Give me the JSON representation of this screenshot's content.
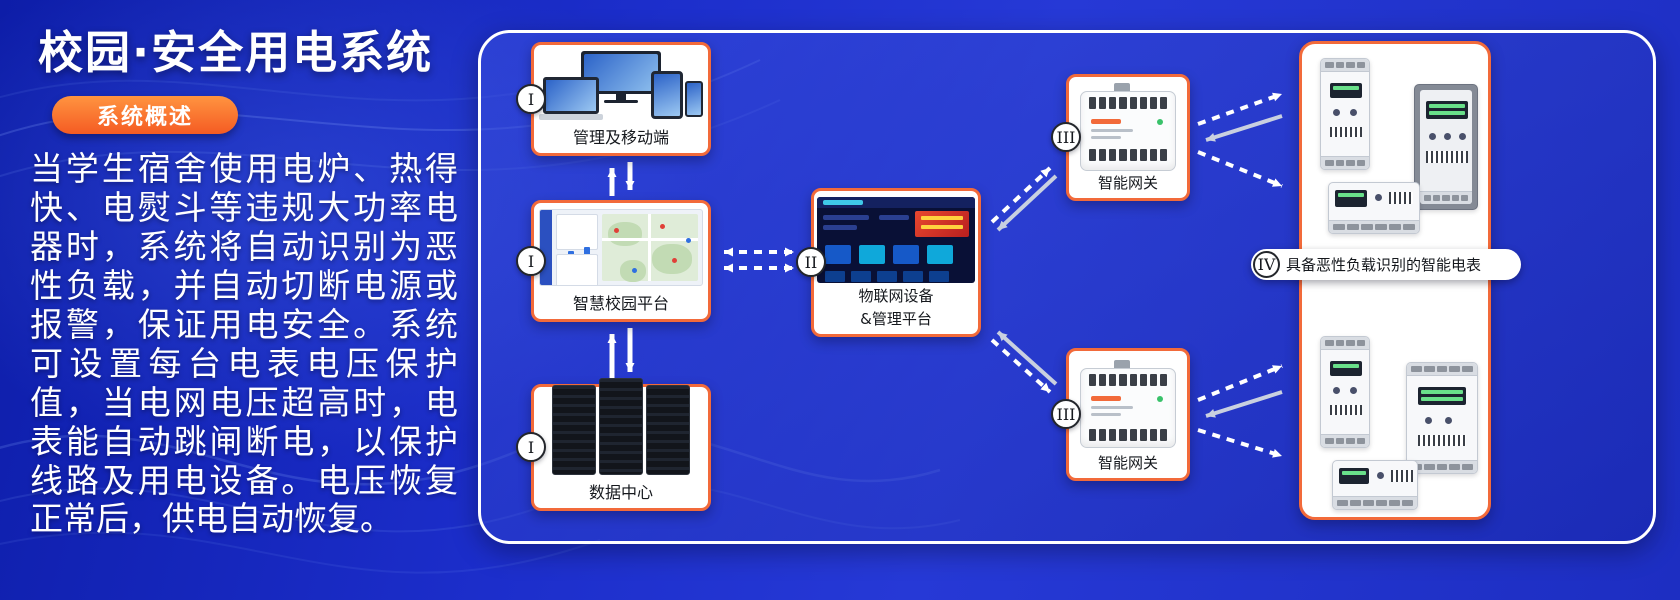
{
  "page": {
    "title": "校园·安全用电系统",
    "badge": "系统概述",
    "description": "当学生宿舍使用电炉、热得快、电熨斗等违规大功率电器时，系统将自动识别为恶性负载，并自动切断电源或报警，保证用电安全。系统可设置每台电表电压保护值，当电网电压超高时，电表能自动跳闸断电，以保护线路及用电设备。电压恢复正常后，供电自动恢复。"
  },
  "colors": {
    "background_blue": "#1e2fc4",
    "panel_border": "#ffffff",
    "card_border": "#f26a3a",
    "badge_orange_top": "#ff9440",
    "badge_orange_bottom": "#f55b23"
  },
  "diagram": {
    "nodes": {
      "management": {
        "numeral": "I",
        "label": "管理及移动端"
      },
      "campus_platform": {
        "numeral": "I",
        "label": "智慧校园平台"
      },
      "data_center": {
        "numeral": "I",
        "label": "数据中心"
      },
      "iot_platform": {
        "numeral": "II",
        "label_line1": "物联网设备",
        "label_line2": "&管理平台"
      },
      "gateway_top": {
        "numeral": "III",
        "label": "智能网关"
      },
      "gateway_bottom": {
        "numeral": "III",
        "label": "智能网关"
      },
      "smart_meters": {
        "numeral": "IV",
        "label": "具备恶性负载识别的智能电表"
      }
    }
  }
}
